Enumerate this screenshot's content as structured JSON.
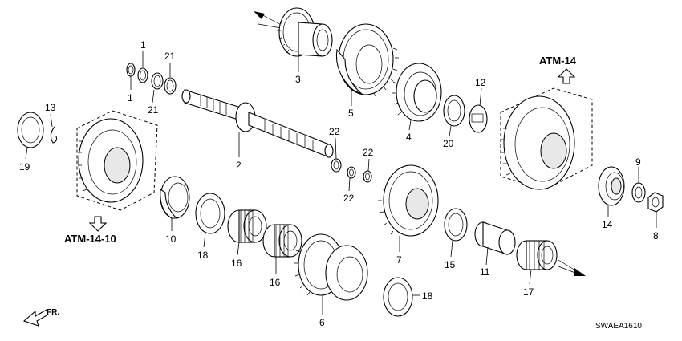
{
  "references": {
    "top_right": "ATM-14",
    "bottom_left": "ATM-14-10"
  },
  "diagram_code": "SWAEA1610",
  "direction_label": "FR.",
  "part_callouts": [
    {
      "id": "c1a",
      "label": "1"
    },
    {
      "id": "c1b",
      "label": "1"
    },
    {
      "id": "c21a",
      "label": "21"
    },
    {
      "id": "c21b",
      "label": "21"
    },
    {
      "id": "c3",
      "label": "3"
    },
    {
      "id": "c5",
      "label": "5"
    },
    {
      "id": "c4",
      "label": "4"
    },
    {
      "id": "c20",
      "label": "20"
    },
    {
      "id": "c12",
      "label": "12"
    },
    {
      "id": "c13",
      "label": "13"
    },
    {
      "id": "c19",
      "label": "19"
    },
    {
      "id": "c2",
      "label": "2"
    },
    {
      "id": "c22a",
      "label": "22"
    },
    {
      "id": "c22b",
      "label": "22"
    },
    {
      "id": "c22c",
      "label": "22"
    },
    {
      "id": "c10",
      "label": "10"
    },
    {
      "id": "c18a",
      "label": "18"
    },
    {
      "id": "c16a",
      "label": "16"
    },
    {
      "id": "c16b",
      "label": "16"
    },
    {
      "id": "c6",
      "label": "6"
    },
    {
      "id": "c18b",
      "label": "18"
    },
    {
      "id": "c7",
      "label": "7"
    },
    {
      "id": "c15",
      "label": "15"
    },
    {
      "id": "c11",
      "label": "11"
    },
    {
      "id": "c17",
      "label": "17"
    },
    {
      "id": "c14",
      "label": "14"
    },
    {
      "id": "c9",
      "label": "9"
    },
    {
      "id": "c8",
      "label": "8"
    }
  ]
}
